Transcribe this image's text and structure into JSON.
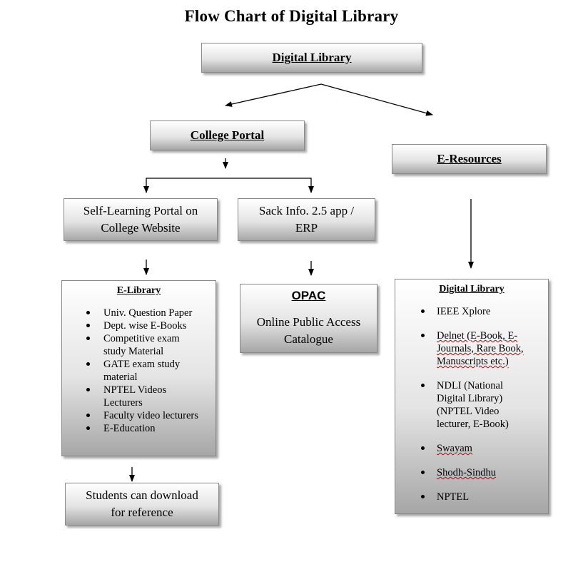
{
  "title": "Flow Chart of Digital Library",
  "root": {
    "label": "Digital Library"
  },
  "college_portal": {
    "label": "College Portal"
  },
  "e_resources": {
    "label": "E-Resources"
  },
  "self_learning": {
    "line1": "Self-Learning Portal on",
    "line2": "College Website"
  },
  "sack_info": {
    "line1": "Sack Info. 2.5 app /",
    "line2": "ERP"
  },
  "elibrary": {
    "title": "E-Library",
    "items": [
      "Univ. Question Paper",
      "Dept. wise E-Books",
      "Competitive exam study Material",
      "GATE exam study material",
      "NPTEL Videos Lecturers",
      "Faculty video lecturers",
      "E-Education"
    ]
  },
  "opac": {
    "title": "OPAC",
    "line1": "Online Public Access",
    "line2": "Catalogue"
  },
  "students": {
    "line1": "Students can download",
    "line2": "for reference"
  },
  "digital_library_list": {
    "title": "Digital Library",
    "items": [
      "IEEE Xplore",
      "Delnet (E-Book, E-Journals, Rare Book, Manuscripts etc.)",
      "NDLI (National Digital Library) (NPTEL Video lecturer, E-Book)",
      "Swayam",
      "Shodh-Sindhu",
      "NPTEL"
    ]
  }
}
